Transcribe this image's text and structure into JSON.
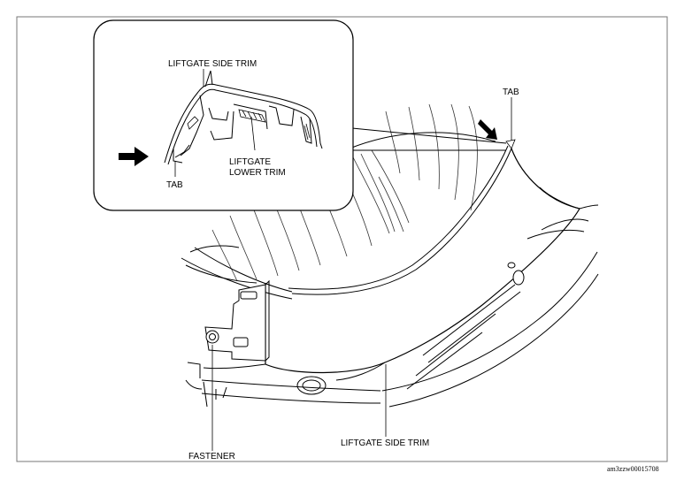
{
  "labels": {
    "inset_side_trim": "LIFTGATE SIDE TRIM",
    "inset_lower_trim_line1": "LIFTGATE",
    "inset_lower_trim_line2": "LOWER TRIM",
    "inset_tab": "TAB",
    "main_tab": "TAB",
    "fastener": "FASTENER",
    "main_side_trim": "LIFTGATE SIDE TRIM"
  },
  "figure_id": "am3zzw00015708"
}
